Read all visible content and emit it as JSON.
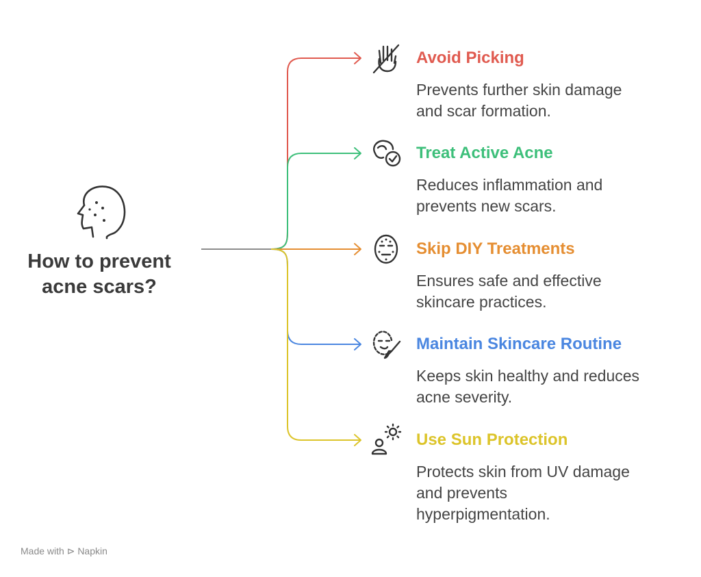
{
  "root": {
    "title_line1": "How to prevent",
    "title_line2": "acne scars?",
    "icon": "face-with-acne-icon"
  },
  "branches": [
    {
      "title": "Avoid Picking",
      "desc_lines": [
        "Prevents further skin damage",
        "and scar formation."
      ],
      "color": "#e05a4f",
      "icon": "no-touch-hand-icon"
    },
    {
      "title": "Treat Active Acne",
      "desc_lines": [
        "Reduces inflammation and",
        "prevents new scars."
      ],
      "color": "#3dbf7a",
      "icon": "face-check-icon"
    },
    {
      "title": "Skip DIY Treatments",
      "desc_lines": [
        "Ensures safe and effective",
        "skincare practices."
      ],
      "color": "#e58e32",
      "icon": "face-mask-icon"
    },
    {
      "title": "Maintain Skincare Routine",
      "desc_lines": [
        "Keeps skin healthy and reduces",
        "acne severity."
      ],
      "color": "#4a86e0",
      "icon": "face-brush-icon"
    },
    {
      "title": "Use Sun Protection",
      "desc_lines": [
        "Protects skin from UV damage",
        "and prevents",
        "hyperpigmentation."
      ],
      "color": "#dcc42a",
      "icon": "person-sun-icon"
    }
  ],
  "footer": {
    "text": "Made with ⊳ Napkin"
  }
}
